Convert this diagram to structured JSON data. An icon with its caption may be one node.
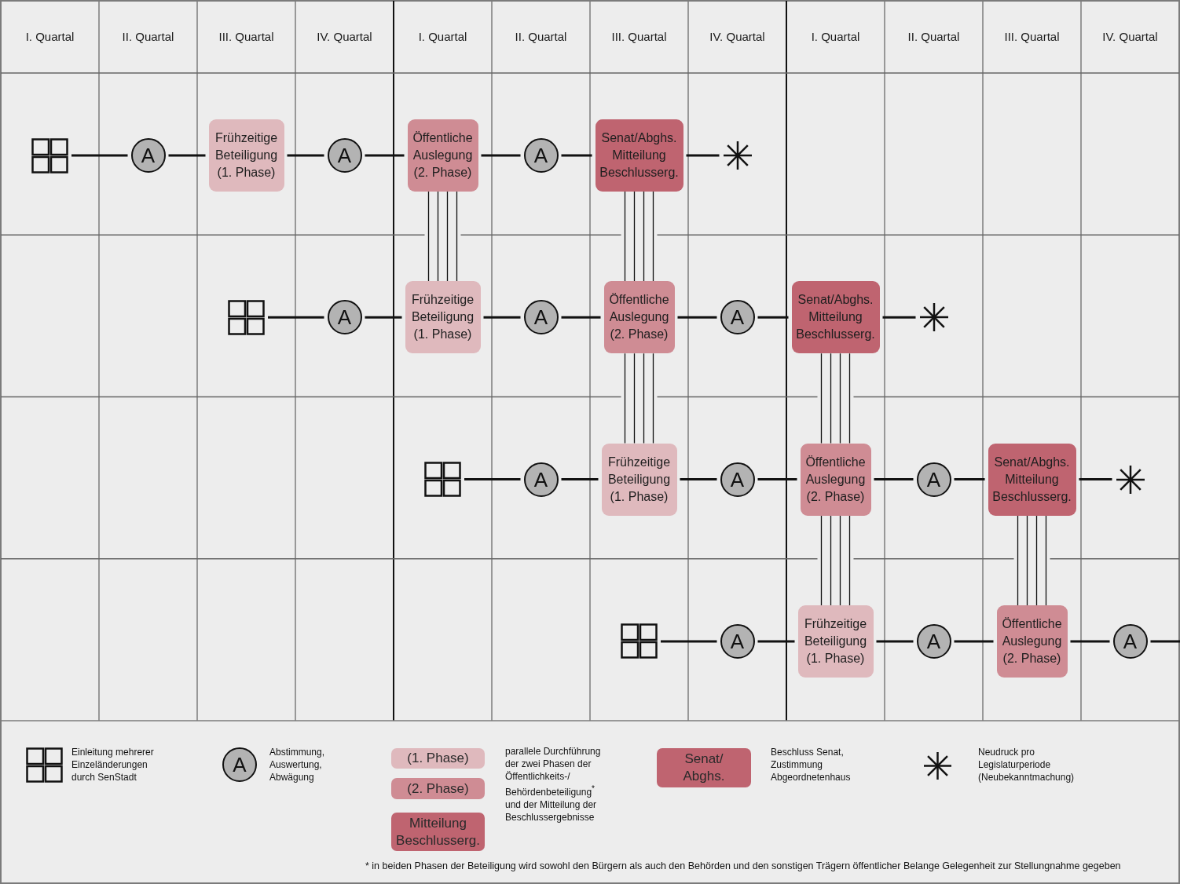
{
  "diagram": {
    "nodes": [
      {
        "text": [],
        "shape": "grid"
      },
      {
        "text": [
          "A"
        ]
      },
      {
        "text": [
          "Frühzeitige Beteiligung (1. Phase)"
        ]
      },
      {
        "text": [
          "A"
        ]
      },
      {
        "text": [
          "Öffentliche Auslegung (2. Phase)"
        ]
      },
      {
        "text": [
          "A"
        ]
      },
      {
        "text": [
          "Senat/Abghs. Mitteilung Beschlusserg."
        ]
      },
      {
        "text": [],
        "shape": "asterisk"
      },
      {
        "text": [],
        "shape": "grid"
      },
      {
        "text": [
          "A"
        ]
      },
      {
        "text": [
          "Frühzeitige Beteiligung (1. Phase)"
        ]
      },
      {
        "text": [
          "A"
        ]
      },
      {
        "text": [
          "Öffentliche Auslegung (2. Phase)"
        ]
      },
      {
        "text": [
          "A"
        ]
      },
      {
        "text": [
          "Senat/Abghs. Mitteilung Beschlusserg."
        ]
      },
      {
        "text": [],
        "shape": "asterisk"
      },
      {
        "text": [],
        "shape": "grid"
      },
      {
        "text": [
          "A"
        ]
      },
      {
        "text": [
          "Frühzeitige Beteiligung (1. Phase)"
        ]
      },
      {
        "text": [
          "A"
        ]
      },
      {
        "text": [
          "Öffentliche Auslegung (2. Phase)"
        ]
      },
      {
        "text": [
          "A"
        ]
      },
      {
        "text": [
          "Senat/Abghs. Mitteilung Beschlusserg."
        ]
      },
      {
        "text": [],
        "shape": "asterisk"
      },
      {
        "text": [],
        "shape": "grid"
      },
      {
        "text": [
          "A"
        ]
      },
      {
        "text": [
          "Frühzeitige Beteiligung (1. Phase)"
        ]
      },
      {
        "text": [
          "A"
        ]
      },
      {
        "text": [
          "Öffentliche Auslegung (2. Phase)"
        ]
      },
      {
        "text": [
          "A"
        ]
      },
      {
        "text": [
          "A"
        ]
      }
    ],
    "edges": [
      {
        "from": 0,
        "to": 1,
        "arrow": "none"
      },
      {
        "from": 1,
        "to": 2,
        "arrow": "none"
      },
      {
        "from": 2,
        "to": 3,
        "arrow": "none"
      },
      {
        "from": 3,
        "to": 4,
        "arrow": "none"
      },
      {
        "from": 4,
        "to": 5,
        "arrow": "none"
      },
      {
        "from": 5,
        "to": 6,
        "arrow": "none"
      },
      {
        "from": 6,
        "to": 7,
        "arrow": "none"
      },
      {
        "from": 8,
        "to": 9,
        "arrow": "none"
      },
      {
        "from": 9,
        "to": 10,
        "arrow": "none"
      },
      {
        "from": 10,
        "to": 11,
        "arrow": "none"
      },
      {
        "from": 11,
        "to": 12,
        "arrow": "none"
      },
      {
        "from": 12,
        "to": 13,
        "arrow": "none"
      },
      {
        "from": 13,
        "to": 14,
        "arrow": "none"
      },
      {
        "from": 14,
        "to": 15,
        "arrow": "none"
      },
      {
        "from": 16,
        "to": 17,
        "arrow": "none"
      },
      {
        "from": 17,
        "to": 18,
        "arrow": "none"
      },
      {
        "from": 18,
        "to": 19,
        "arrow": "none"
      },
      {
        "from": 19,
        "to": 20,
        "arrow": "none"
      },
      {
        "from": 20,
        "to": 21,
        "arrow": "none"
      },
      {
        "from": 21,
        "to": 22,
        "arrow": "none"
      },
      {
        "from": 22,
        "to": 23,
        "arrow": "none"
      },
      {
        "from": 24,
        "to": 25,
        "arrow": "none"
      },
      {
        "from": 25,
        "to": 26,
        "arrow": "none"
      },
      {
        "from": 26,
        "to": 27,
        "arrow": "none"
      },
      {
        "from": 27,
        "to": 28,
        "arrow": "none"
      },
      {
        "from": 28,
        "to": 29,
        "arrow": "none"
      },
      {
        "from": 29,
        "to": null,
        "arrow": "none"
      },
      {
        "from": 4,
        "to": 10,
        "arrow": "none"
      },
      {
        "from": 6,
        "to": 12,
        "arrow": "none"
      },
      {
        "from": 12,
        "to": 18,
        "arrow": "none"
      },
      {
        "from": 14,
        "to": 20,
        "arrow": "none"
      },
      {
        "from": 20,
        "to": 26,
        "arrow": "none"
      },
      {
        "from": 22,
        "to": 28,
        "arrow": "none"
      }
    ],
    "labels": [
      "I. Quartal",
      "II. Quartal",
      "III. Quartal",
      "IV. Quartal",
      "I. Quartal",
      "II. Quartal",
      "III. Quartal",
      "IV. Quartal",
      "I. Quartal",
      "II. Quartal",
      "III. Quartal",
      "IV. Quartal",
      "parallele Durchführung der zwei Phasen der Öffentlichkeits-/ Behördenbeteiligung$^{*}$ und der Mitteilung der Beschlussergebnisse",
      "Senat/ Abghs.",
      "* in beiden Phasen der Beteiligung wird sowohl den Bürgern als auch den Behörden und den sonstigen Trägern öffentlicher Belange Gelegenheit zur Stellungnahme gegeben"
    ],
    "legend": [
      {
        "text": "Einleitung mehrerer Einzeländerungen durch SenStadt"
      },
      {
        "text": "Abstimmung, Auswertung, Abwägung"
      },
      {
        "text": "(1. Phase)",
        "color": "#dfb9bd"
      },
      {
        "text": "(2. Phase)",
        "color": "#cf8c94"
      },
      {
        "text": "Mitteilung Beschlusserg.",
        "color": "#bf6470"
      },
      {
        "text": "Beschluss Senat, Zustimmung Abgeordnetenhaus",
        "color": "#bf6470"
      },
      {
        "text": "Neudruck pro Legislaturperiode (Neubekanntmachung)"
      }
    ]
  }
}
